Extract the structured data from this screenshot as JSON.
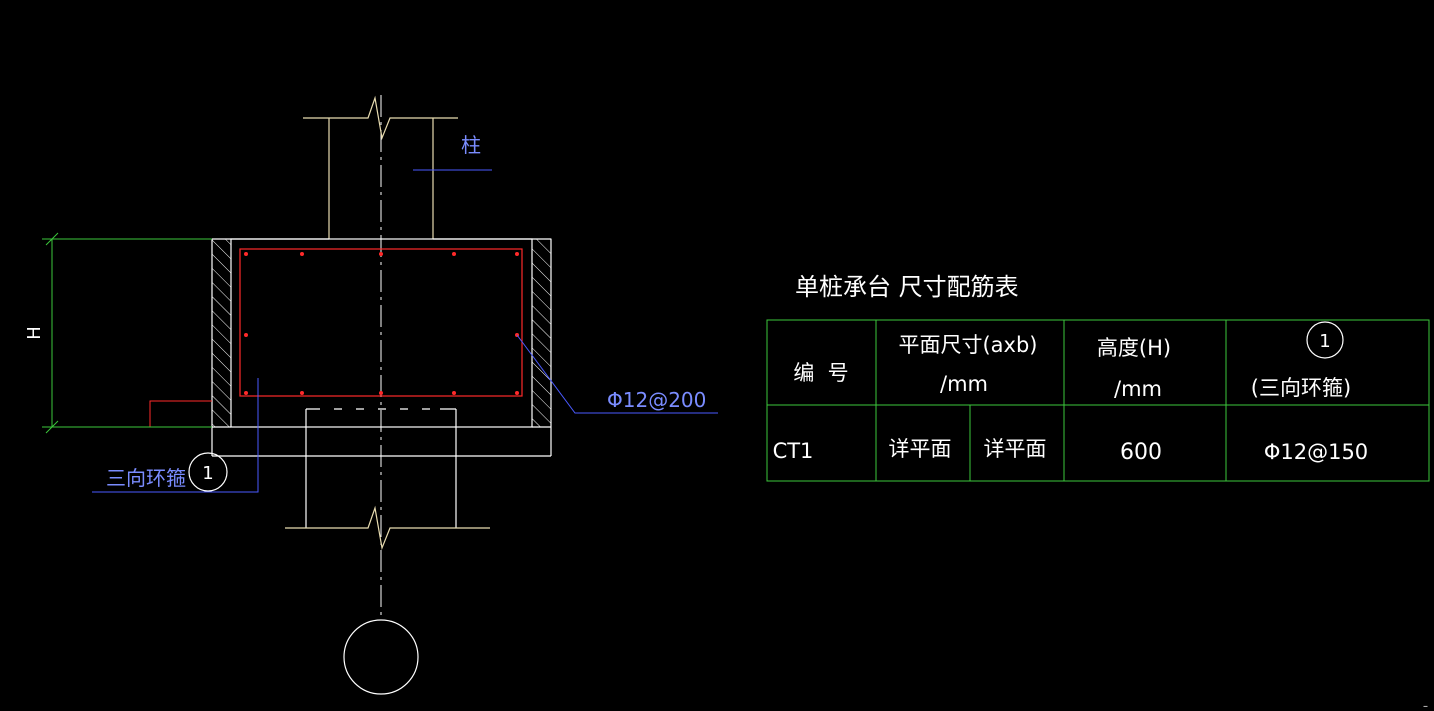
{
  "colors": {
    "background": "#000000",
    "concrete_outline": "#ffffff",
    "column_outline": "#e8dcb0",
    "rebar": "#ff2a2a",
    "dimension": "#3cc83c",
    "leader": "#4a5aff",
    "label_text": "#7a8cff",
    "table_lines": "#3cc83c",
    "table_text": "#ffffff",
    "centerline": "#ffffff",
    "hatch": "#ffffff"
  },
  "drawing": {
    "column_label": "柱",
    "height_dim_label": "H",
    "rebar_callout": "Φ12@200",
    "stirrup_label": "三向环箍",
    "stirrup_marker": "1"
  },
  "table": {
    "title": "单桩承台 尺寸配筋表",
    "headers": {
      "id": "编  号",
      "plan_size_line1": "平面尺寸(axb)",
      "plan_size_line2": "/mm",
      "height_line1": "高度(H)",
      "height_line2": "/mm",
      "stirrup_marker": "1",
      "stirrup_line": "(三向环箍)"
    },
    "row": {
      "id": "CT1",
      "plan_a": "详平面",
      "plan_b": "详平面",
      "height": "600",
      "stirrup": "Φ12@150"
    }
  },
  "corner_mark": "–"
}
